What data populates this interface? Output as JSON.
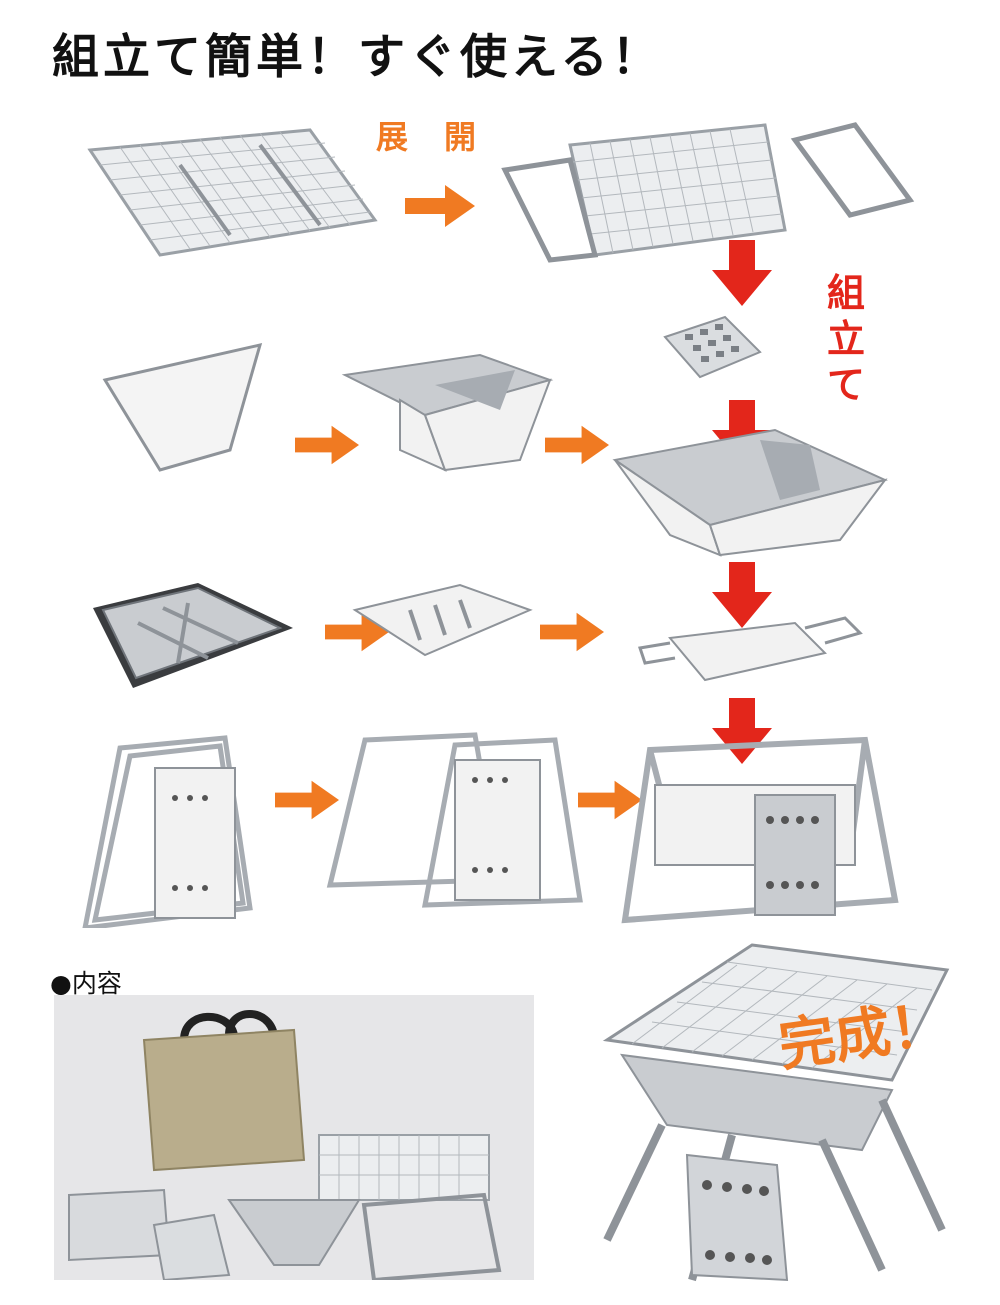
{
  "title": "組立て簡単！すぐ使える！",
  "labels": {
    "expand": "展　開",
    "assemble": [
      "組",
      "立",
      "て"
    ],
    "contents": "●内容",
    "done": "完成！"
  },
  "icons": {
    "arrow_right": "orange-arrow-right-icon",
    "arrow_down": "red-arrow-down-icon"
  },
  "colors": {
    "orange": "#f07a22",
    "red": "#e3261b",
    "steel": "#c9ccd0",
    "steel_dark": "#8e9399",
    "panel": "#f2f2f2",
    "bag": "#b9ad8c"
  }
}
